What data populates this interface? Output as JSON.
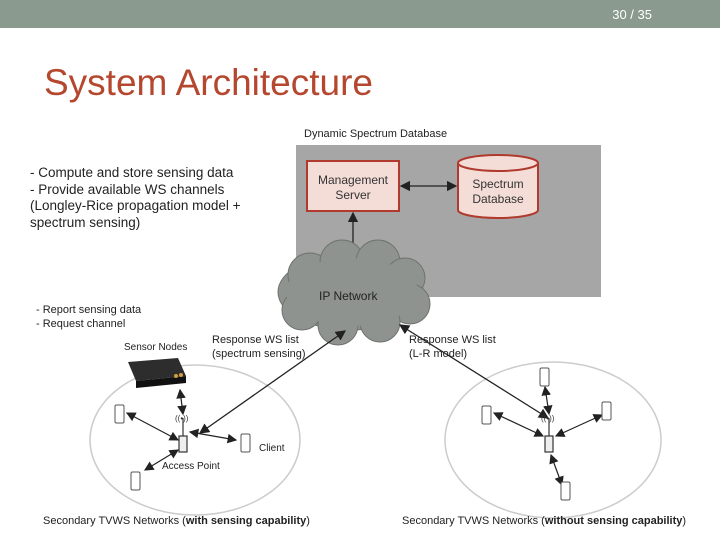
{
  "slide": {
    "page_number": "30 / 35",
    "title": "System Architecture"
  },
  "diagram": {
    "database_region_label": "Dynamic Spectrum Database",
    "management_server": "Management\nServer",
    "spectrum_database": "Spectrum\nDatabase",
    "ip_network": "IP Network",
    "database_notes": [
      "- Compute and store sensing data",
      "- Provide available WS channels",
      "(Longley-Rice propagation model +",
      "spectrum sensing)"
    ],
    "sensor_notes": [
      "- Report sensing data",
      "- Request channel"
    ],
    "sensor_nodes": "Sensor Nodes",
    "response_left": [
      "Response WS list",
      "(spectrum sensing)"
    ],
    "response_right": [
      "Response WS list",
      "(L-R model)"
    ],
    "client": "Client",
    "access_point": "Access Point",
    "caption_left": {
      "pre": "Secondary TVWS Networks (",
      "bold": "with sensing capability",
      "post": ")"
    },
    "caption_right": {
      "pre": "Secondary TVWS Networks (",
      "bold": "without sensing capability",
      "post": ")"
    }
  },
  "colors": {
    "topbar": "#8a9a8e",
    "title": "#b5472f",
    "db_region": "#a6a6a6",
    "box_fill": "#f4ddd7",
    "box_border": "#b03a2e",
    "cloud": "#8e938f"
  }
}
